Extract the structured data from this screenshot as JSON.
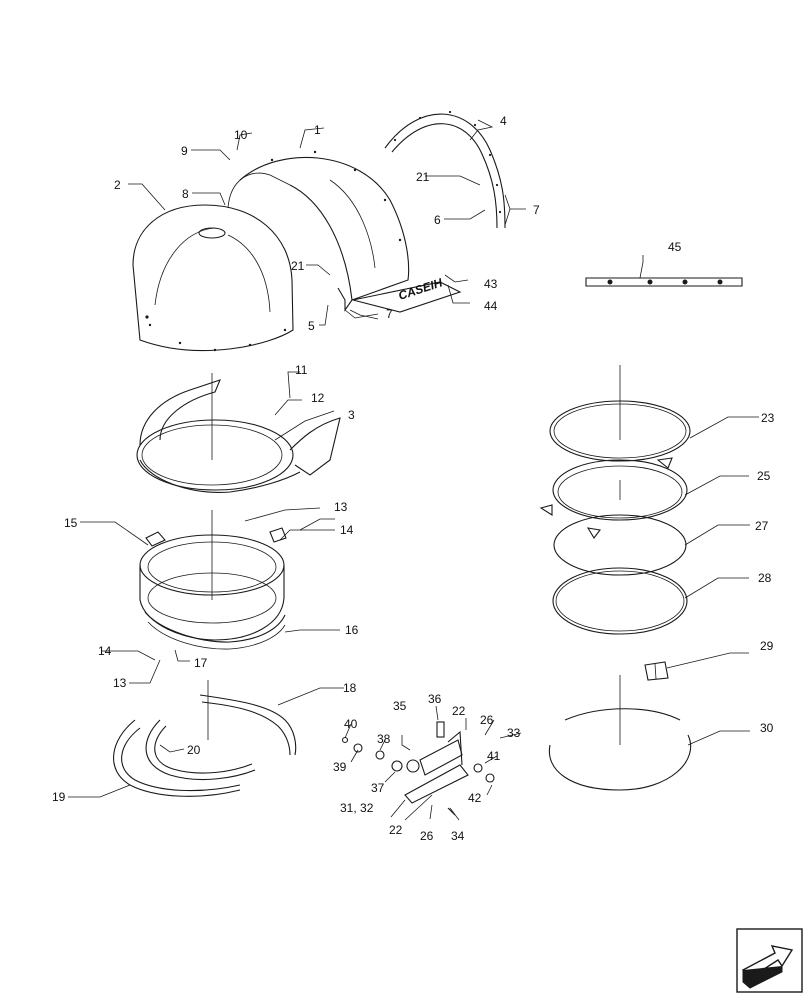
{
  "diagram": {
    "callouts": [
      "1",
      "2",
      "3",
      "4",
      "5",
      "6",
      "7",
      "7",
      "8",
      "9",
      "10",
      "11",
      "12",
      "13",
      "13",
      "14",
      "14",
      "15",
      "16",
      "17",
      "18",
      "19",
      "20",
      "21",
      "21",
      "22",
      "22",
      "23",
      "25",
      "26",
      "26",
      "27",
      "28",
      "29",
      "30",
      "31, 32",
      "33",
      "34",
      "35",
      "36",
      "37",
      "38",
      "39",
      "40",
      "41",
      "42",
      "43",
      "44",
      "45"
    ],
    "logo_text": "CASEIH",
    "nav_icon": "next-page-arrow-icon"
  }
}
